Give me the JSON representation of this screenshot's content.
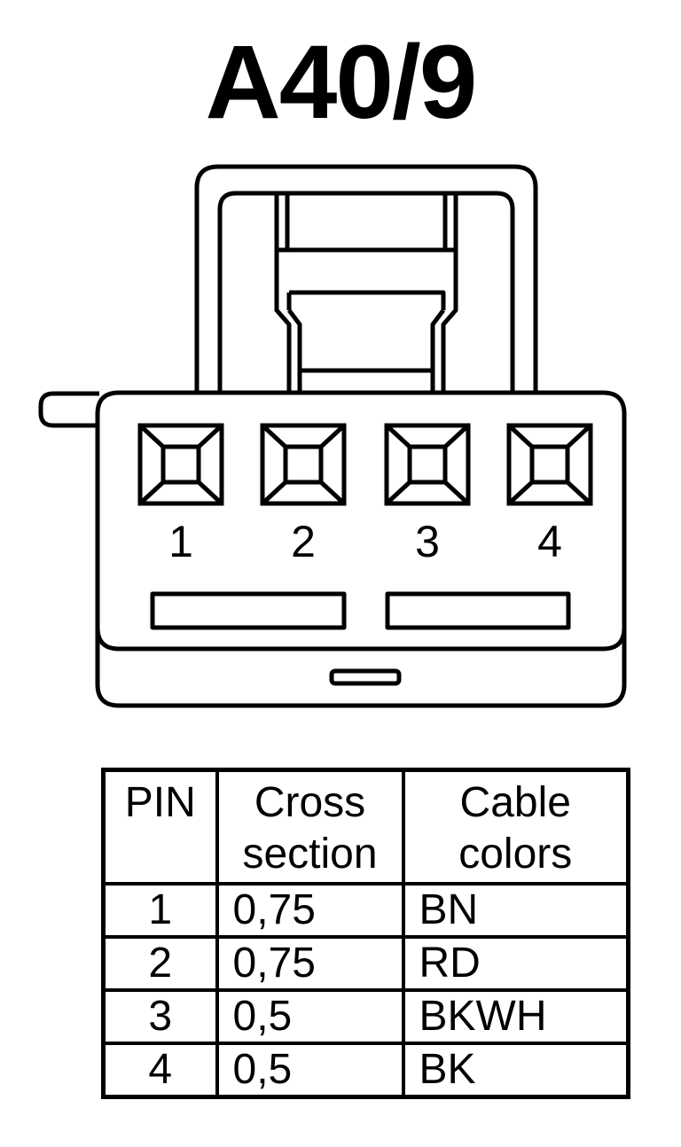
{
  "title": "A40/9",
  "connector": {
    "pins": [
      {
        "label": "1"
      },
      {
        "label": "2"
      },
      {
        "label": "3"
      },
      {
        "label": "4"
      }
    ]
  },
  "table": {
    "headers": {
      "pin": "PIN",
      "cross_line1": "Cross",
      "cross_line2": "section",
      "color_line1": "Cable",
      "color_line2": "colors"
    },
    "rows": [
      {
        "pin": "1",
        "cross": "0,75",
        "color": "BN"
      },
      {
        "pin": "2",
        "cross": "0,75",
        "color": "RD"
      },
      {
        "pin": "3",
        "cross": "0,5",
        "color": "BKWH"
      },
      {
        "pin": "4",
        "cross": "0,5",
        "color": "BK"
      }
    ]
  }
}
